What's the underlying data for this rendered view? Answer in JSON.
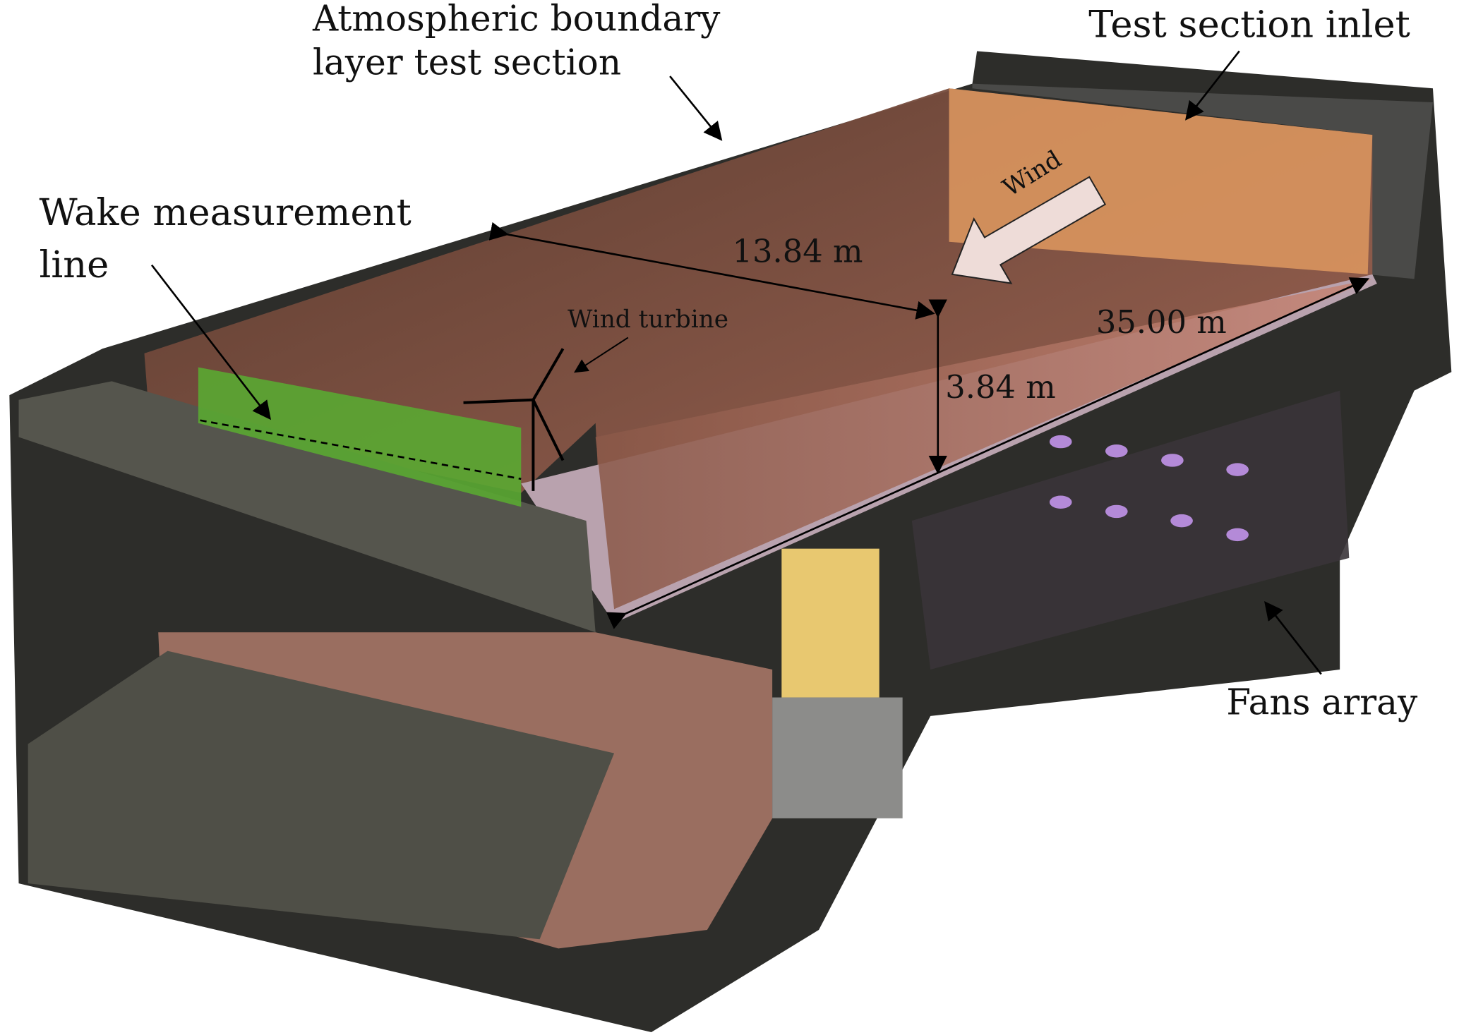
{
  "labels": {
    "abl_line1": "Atmospheric boundary",
    "abl_line2": "layer test section",
    "inlet": "Test section inlet",
    "wake_line1": "Wake measurement",
    "wake_line2": "line",
    "wind": "Wind",
    "width_dim": "13.84 m",
    "length_dim": "35.00 m",
    "height_dim": "3.84 m",
    "turbine": "Wind turbine",
    "fans": "Fans array"
  },
  "colors": {
    "chamber": "#8a5a48",
    "inlet_panels": "#d9955e",
    "wake_plane": "#5aa832",
    "frame": "#2d2d2a",
    "floor_edge": "#b9a2ae"
  }
}
